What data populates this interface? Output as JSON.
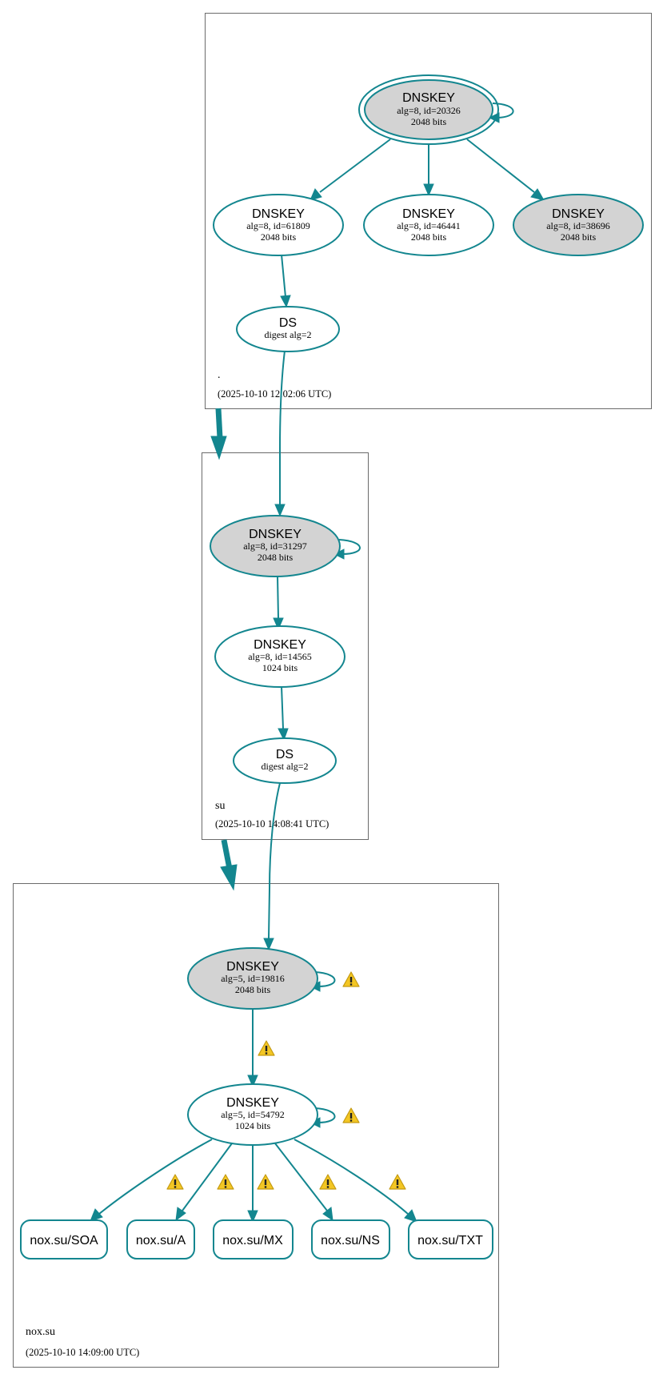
{
  "colors": {
    "edge": "#13868f",
    "node_fill_ksk": "#d3d3d3",
    "node_fill_zsk": "#ffffff",
    "warning": "#f0c419",
    "zone_border": "#6b6b6b"
  },
  "zones": {
    "root": {
      "name": ".",
      "timestamp": "(2025-10-10 12:02:06 UTC)"
    },
    "su": {
      "name": "su",
      "timestamp": "(2025-10-10 14:08:41 UTC)"
    },
    "noxsu": {
      "name": "nox.su",
      "timestamp": "(2025-10-10 14:09:00 UTC)"
    }
  },
  "nodes": {
    "root_ksk": {
      "title": "DNSKEY",
      "detail": "alg=8, id=20326",
      "bits": "2048 bits"
    },
    "root_zsk1": {
      "title": "DNSKEY",
      "detail": "alg=8, id=61809",
      "bits": "2048 bits"
    },
    "root_zsk2": {
      "title": "DNSKEY",
      "detail": "alg=8, id=46441",
      "bits": "2048 bits"
    },
    "root_k3": {
      "title": "DNSKEY",
      "detail": "alg=8, id=38696",
      "bits": "2048 bits"
    },
    "root_ds": {
      "title": "DS",
      "detail": "digest alg=2"
    },
    "su_ksk": {
      "title": "DNSKEY",
      "detail": "alg=8, id=31297",
      "bits": "2048 bits"
    },
    "su_zsk": {
      "title": "DNSKEY",
      "detail": "alg=8, id=14565",
      "bits": "1024 bits"
    },
    "su_ds": {
      "title": "DS",
      "detail": "digest alg=2"
    },
    "nox_ksk": {
      "title": "DNSKEY",
      "detail": "alg=5, id=19816",
      "bits": "2048 bits"
    },
    "nox_zsk": {
      "title": "DNSKEY",
      "detail": "alg=5, id=54792",
      "bits": "1024 bits"
    }
  },
  "records": [
    "nox.su/SOA",
    "nox.su/A",
    "nox.su/MX",
    "nox.su/NS",
    "nox.su/TXT"
  ],
  "icons": {
    "warning": "warning-triangle-icon"
  }
}
